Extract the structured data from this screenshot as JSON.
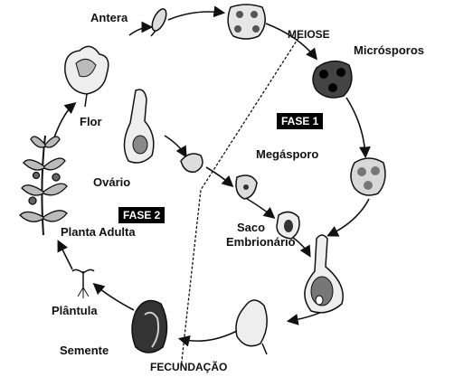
{
  "labels": {
    "antera": "Antera",
    "meiose": "MEIOSE",
    "microsporos": "Micrósporos",
    "flor": "Flor",
    "fase1": "FASE 1",
    "megasporo": "Megásporo",
    "ovario": "Ovário",
    "fase2": "FASE 2",
    "saco": "Saco",
    "embrionario": "Embrionário",
    "planta_adulta": "Planta Adulta",
    "plantula": "Plântula",
    "semente": "Semente",
    "fecundacao": "FECUNDAÇÃO"
  }
}
